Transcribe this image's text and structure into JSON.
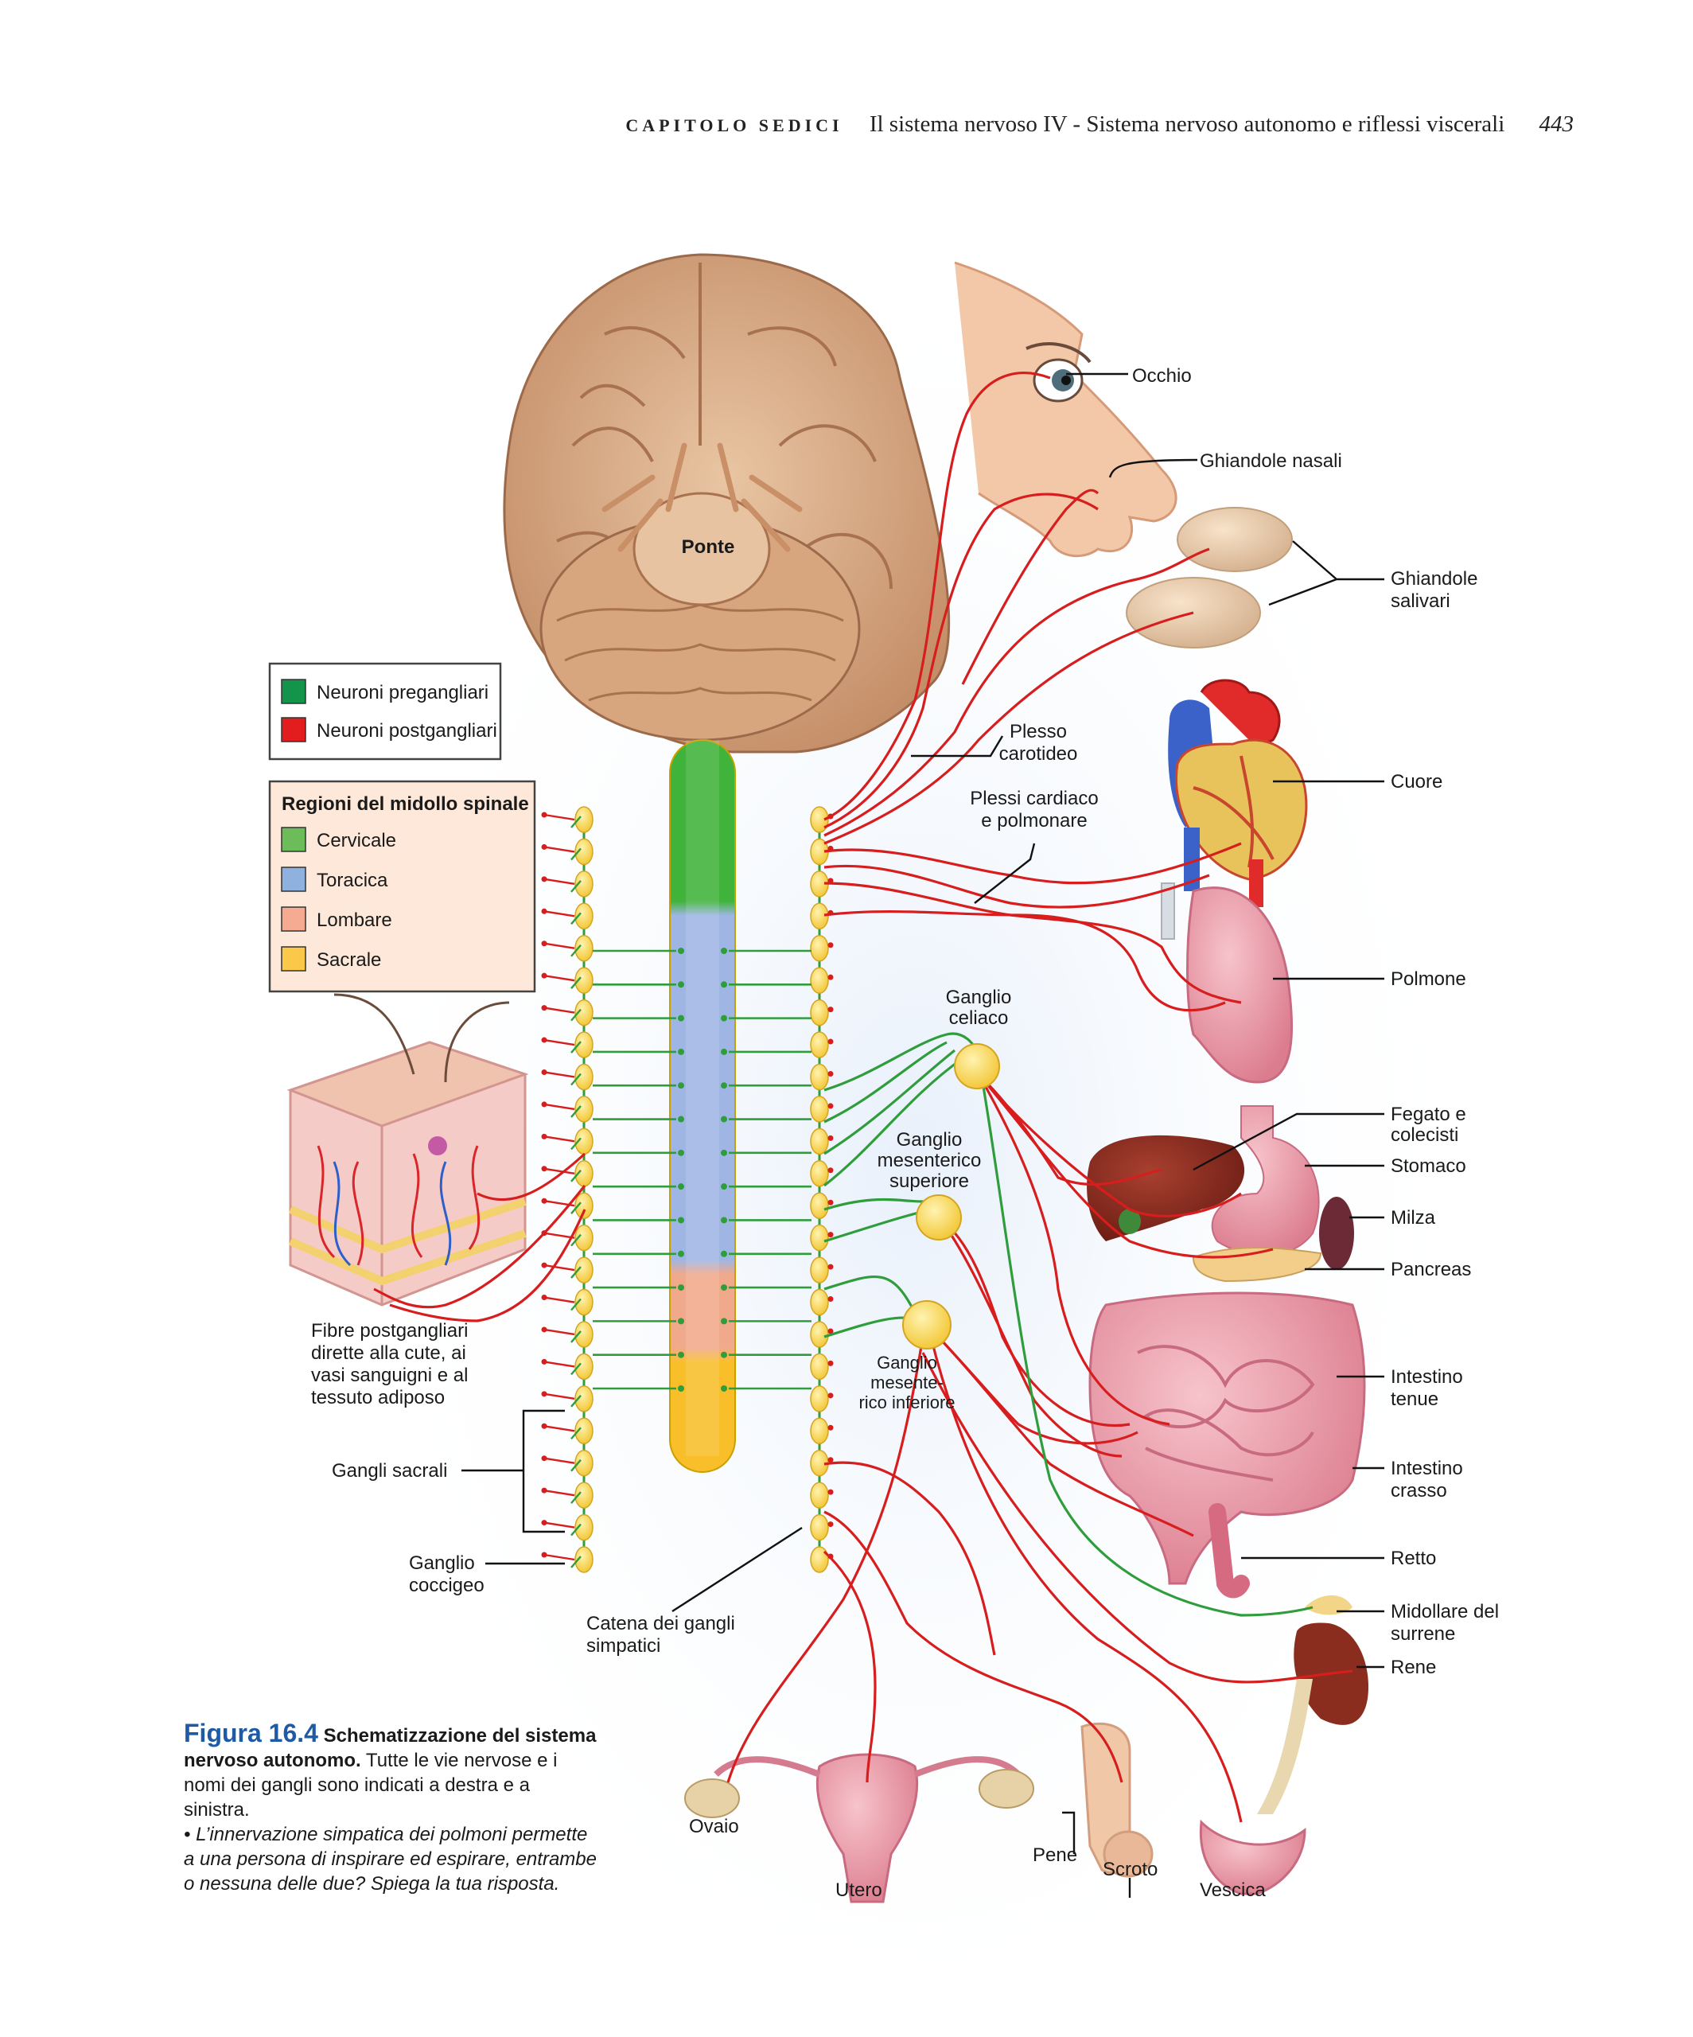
{
  "header": {
    "chapter": "CAPITOLO SEDICI",
    "title": "Il sistema nervoso IV - Sistema nervoso autonomo e riflessi viscerali",
    "page": "443"
  },
  "legend_neurons": {
    "items": [
      {
        "label": "Neuroni pregangliari",
        "color": "#14934b"
      },
      {
        "label": "Neuroni postgangliari",
        "color": "#e31d1d"
      }
    ]
  },
  "legend_regions": {
    "title": "Regioni del midollo spinale",
    "items": [
      {
        "label": "Cervicale",
        "color": "#6cbd5a"
      },
      {
        "label": "Toracica",
        "color": "#8fb1e0"
      },
      {
        "label": "Lombare",
        "color": "#f4ab92"
      },
      {
        "label": "Sacrale",
        "color": "#fbc84a"
      }
    ]
  },
  "labels": {
    "ponte": "Ponte",
    "occhio": "Occhio",
    "ghiandole_nasali": "Ghiandole nasali",
    "ghiandole_salivari_1": "Ghiandole",
    "ghiandole_salivari_2": "salivari",
    "plesso_carotideo_1": "Plesso",
    "plesso_carotideo_2": "carotideo",
    "plessi_cardiaco_1": "Plessi cardiaco",
    "plessi_cardiaco_2": "e polmonare",
    "cuore": "Cuore",
    "polmone": "Polmone",
    "ganglio_celiaco_1": "Ganglio",
    "ganglio_celiaco_2": "celiaco",
    "ganglio_mes_sup_1": "Ganglio",
    "ganglio_mes_sup_2": "mesenterico",
    "ganglio_mes_sup_3": "superiore",
    "ganglio_mes_inf_1": "Ganglio",
    "ganglio_mes_inf_2": "mesente-",
    "ganglio_mes_inf_3": "rico inferiore",
    "fegato_1": "Fegato e",
    "fegato_2": "colecisti",
    "stomaco": "Stomaco",
    "milza": "Milza",
    "pancreas": "Pancreas",
    "intestino_tenue_1": "Intestino",
    "intestino_tenue_2": "tenue",
    "intestino_crasso_1": "Intestino",
    "intestino_crasso_2": "crasso",
    "retto": "Retto",
    "midollare_1": "Midollare del",
    "midollare_2": "surrene",
    "rene": "Rene",
    "fibre_1": "Fibre postgangliari",
    "fibre_2": "dirette alla cute, ai",
    "fibre_3": "vasi sanguigni e al",
    "fibre_4": "tessuto adiposo",
    "gangli_sacrali": "Gangli sacrali",
    "ganglio_coccigeo_1": "Ganglio",
    "ganglio_coccigeo_2": "coccigeo",
    "catena_1": "Catena dei gangli",
    "catena_2": "simpatici",
    "ovaio": "Ovaio",
    "utero": "Utero",
    "pene": "Pene",
    "scroto": "Scroto",
    "vescica": "Vescica"
  },
  "caption": {
    "fig_number": "Figura 16.4",
    "fig_title": "Schematizzazione del sistema nervoso autonomo.",
    "text": "Tutte le vie nervose e i nomi dei gangli sono indicati a destra e a sinistra.",
    "question": "• L’innervazione simpatica dei polmoni permette a una persona di inspirare ed espirare, entrambe o nessuna delle due? Spiega la tua risposta."
  }
}
